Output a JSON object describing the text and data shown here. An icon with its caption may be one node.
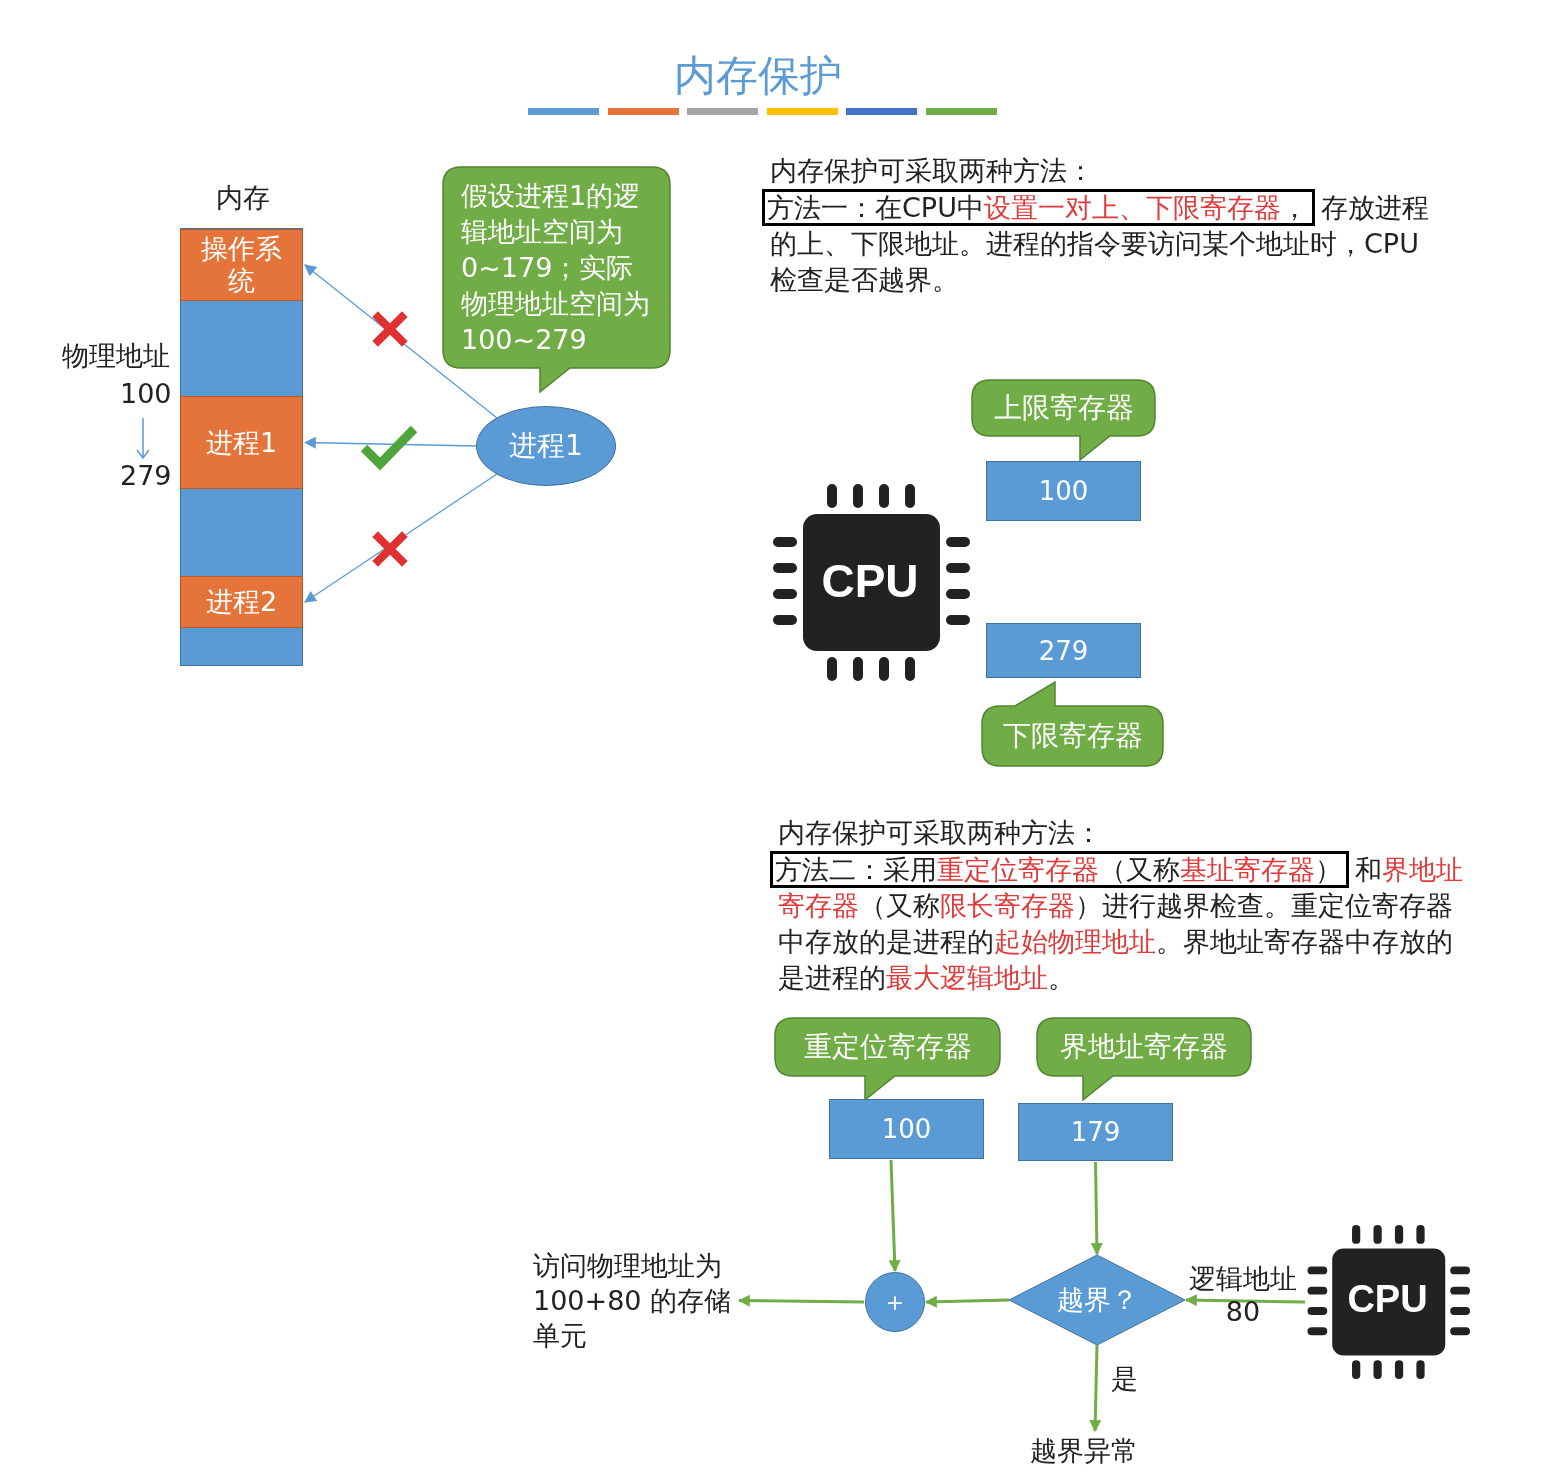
{
  "diagram": {
    "title": "内存保护",
    "nodes": [
      {
        "text": [
          "内存"
        ]
      },
      {
        "text": [
          "操作系统"
        ],
        "in": 0
      },
      {
        "text": [
          "进程1"
        ],
        "in": 0
      },
      {
        "text": [
          "进程2"
        ],
        "in": 0
      },
      {
        "text": [
          "假设进程1的逻辑地址空间为 0~179；实际物理地址空间为 100~279"
        ]
      },
      {
        "text": [
          "进程1"
        ]
      },
      {
        "text": [
          "方法一：在CPU中**设置一对上、下限寄存器**，"
        ]
      },
      {
        "text": [
          "CPU"
        ]
      },
      {
        "text": [
          "上限寄存器"
        ]
      },
      {
        "text": [
          "100"
        ]
      },
      {
        "text": [
          "279"
        ]
      },
      {
        "text": [
          "下限寄存器"
        ]
      },
      {
        "text": [
          "方法二：采用**重定位寄存器**（又称**基址寄存器**）"
        ]
      },
      {
        "text": [
          "重定位寄存器"
        ]
      },
      {
        "text": [
          "界地址寄存器"
        ]
      },
      {
        "text": [
          "100"
        ]
      },
      {
        "text": [
          "179"
        ]
      },
      {
        "text": [
          "访问物理地址为 100+80 的存储单元"
        ]
      },
      {
        "text": [
          "+"
        ]
      },
      {
        "text": [
          "越界？"
        ]
      },
      {
        "text": [
          "CPU"
        ]
      },
      {
        "text": [
          "越界异常"
        ]
      }
    ],
    "edges": [
      {
        "from": 5,
        "to": 1,
        "arrow": "to",
        "color": "#5b9bd5"
      },
      {
        "from": 5,
        "to": 2,
        "arrow": "to",
        "color": "#5b9bd5"
      },
      {
        "from": 5,
        "to": 3,
        "arrow": "to",
        "color": "#5b9bd5"
      },
      {
        "from": 15,
        "to": 18,
        "arrow": "to"
      },
      {
        "from": 16,
        "to": 19,
        "arrow": "to"
      },
      {
        "from": 20,
        "to": 19,
        "arrow": "to",
        "label": "逻辑地址 80"
      },
      {
        "from": 19,
        "to": 18,
        "arrow": "to"
      },
      {
        "from": 18,
        "to": 17,
        "arrow": "to"
      },
      {
        "from": 19,
        "to": 21,
        "arrow": "to",
        "label": "是"
      }
    ],
    "labels": [
      "物理地址",
      "100",
      "279",
      "内存保护可采取两种方法：",
      "存放进程的上、下限地址。进程的指令要访问某个地址时，CPU检查是否越界。",
      "内存保护可采取两种方法：",
      "和**界地址寄存器**（又称**限长寄存器**）进行越界检查。重定位寄存器中存放的是进程的**起始物理地址**。界地址寄存器中存放的是进程的**最大逻辑地址**。"
    ]
  }
}
